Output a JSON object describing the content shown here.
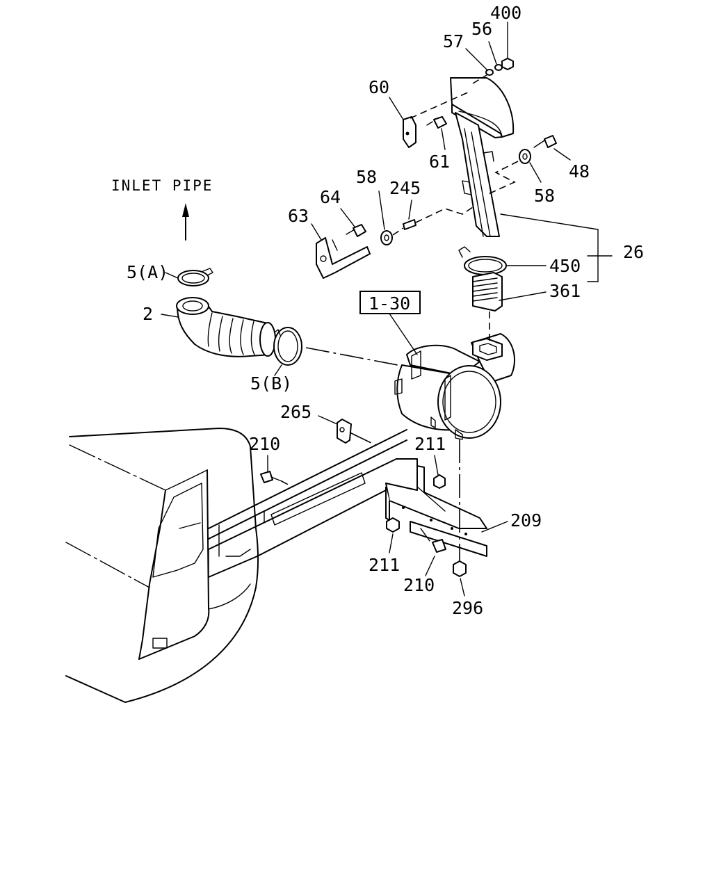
{
  "caption": "INLET PIPE",
  "boxed_ref": "1-30",
  "callouts": {
    "c400": "400",
    "c56": "56",
    "c57": "57",
    "c60": "60",
    "c61": "61",
    "c48": "48",
    "c58a": "58",
    "c58b": "58",
    "c245": "245",
    "c64": "64",
    "c63": "63",
    "c26": "26",
    "c450": "450",
    "c361": "361",
    "c5a": "5(A)",
    "c2": "2",
    "c5b": "5(B)",
    "c265": "265",
    "c210a": "210",
    "c211a": "211",
    "c209": "209",
    "c211b": "211",
    "c210b": "210",
    "c296": "296"
  }
}
